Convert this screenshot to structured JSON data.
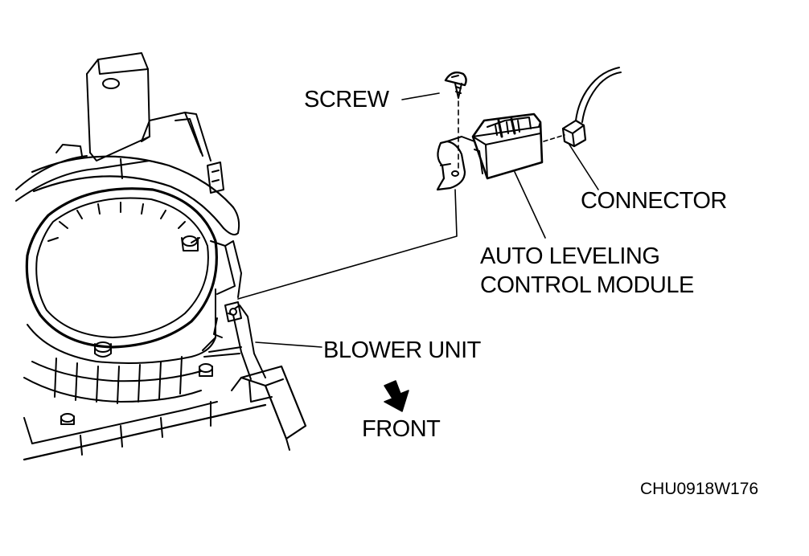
{
  "labels": {
    "screw": "SCREW",
    "connector": "CONNECTOR",
    "module_line1": "AUTO LEVELING",
    "module_line2": "CONTROL MODULE",
    "blower_unit": "BLOWER UNIT",
    "front": "FRONT"
  },
  "figure_code": "CHU0918W176",
  "colors": {
    "ink": "#000000",
    "paper": "#ffffff"
  }
}
